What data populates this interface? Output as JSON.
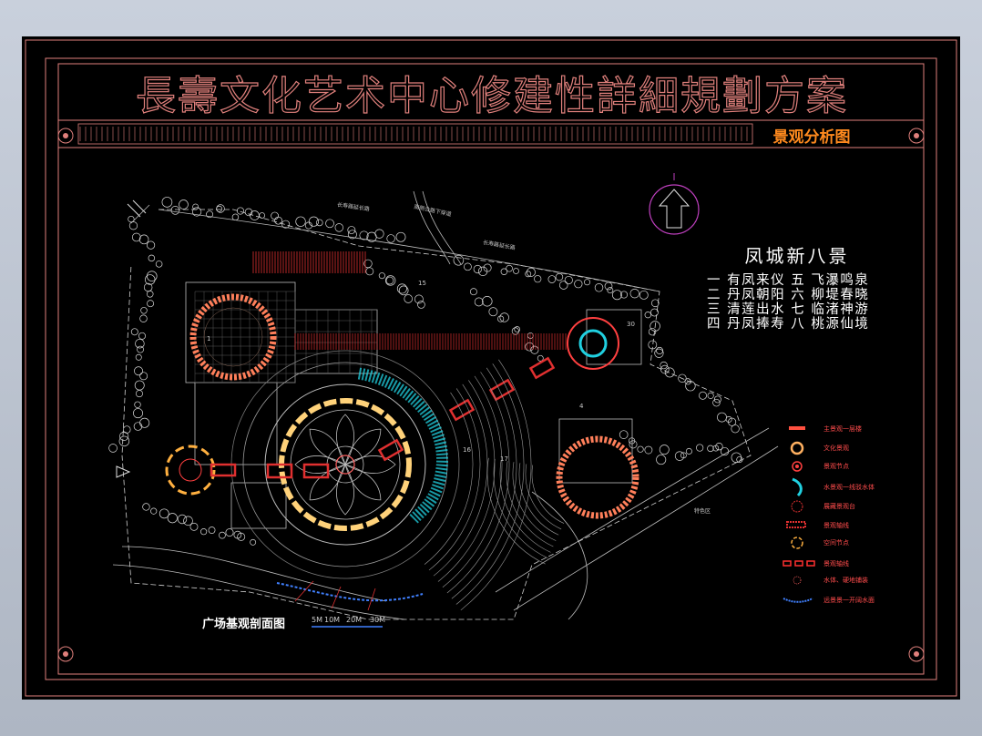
{
  "title": "長壽文化艺术中心修建性詳細規劃方案",
  "subtitle": "景观分析图",
  "poem": {
    "title": "凤城新八景",
    "lines": [
      "一  有凤来仪 五  飞瀑鸣泉",
      "二  丹凤朝阳 六  柳堤春晓",
      "三  清莲出水 七  临渚神游",
      "四  丹凤捧寿 八  桃源仙境"
    ]
  },
  "legend": [
    {
      "label": "主景观一层楼",
      "color": "#ff5040"
    },
    {
      "label": "文化景观",
      "color": "#ffb060"
    },
    {
      "label": "景观节点",
      "color": "#ff4040"
    },
    {
      "label": "水景观一线驳水体",
      "color": "#20d0e0"
    },
    {
      "label": "展藏景观台",
      "color": "#e03030"
    },
    {
      "label": "景观轴线",
      "color": "#e03030"
    },
    {
      "label": "空间节点",
      "color": "#ffb040"
    },
    {
      "label": "景观轴线",
      "color": "#ff3030"
    },
    {
      "label": "水体、硬地铺装",
      "color": "#ff6060"
    },
    {
      "label": "远景景一开阔水面",
      "color": "#4080ff"
    }
  ],
  "caption": "广场基观剖面图",
  "scale_labels": [
    "5M",
    "10M",
    "20M",
    "30M"
  ],
  "road_labels": [
    "长寿路延长路",
    "南侧公路下穿道",
    "长寿路延长路",
    "特色区"
  ],
  "block_numbers": [
    "1",
    "15",
    "16",
    "17",
    "30",
    "4"
  ],
  "colors": {
    "frame_line": "#e0807c",
    "background": "#000000",
    "subtitle": "#ff8a1e",
    "landscape_ring": "#ff7f5a",
    "plaza_ring": "#ffd27a",
    "water": "#20d0e0",
    "north_arrow": "#c040c0"
  }
}
